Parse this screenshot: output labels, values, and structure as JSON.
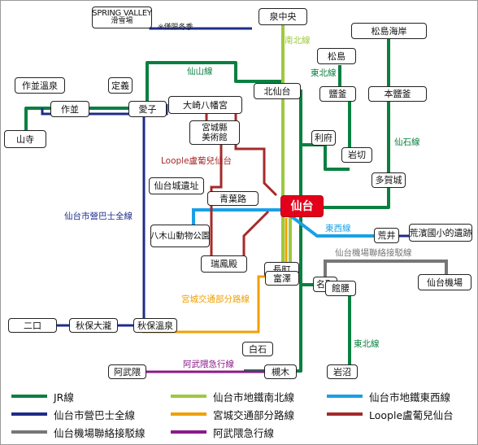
{
  "colors": {
    "jr": "#0a8040",
    "namboku": "#9dc93c",
    "tozai": "#1aa0e6",
    "miyakou": "#1d2c8a",
    "miyagi_kotsu": "#f0a000",
    "loople": "#a52a2a",
    "airport": "#777777",
    "abukuma": "#8b1a89",
    "hub": "#e4001b"
  },
  "stations": {
    "spring_valley": "SPRING VALLEY",
    "spring_valley_sub": "滑雪場",
    "izumichuo": "泉中央",
    "matsushima_kaigan": "松島海岸",
    "matsushima": "松島",
    "sakunami_onsen": "作並溫泉",
    "jogi": "定義",
    "sakunami": "作並",
    "ayashi": "愛子",
    "osaki_hachimangu": "大崎八幡宮",
    "kitasendai": "北仙台",
    "shiogama": "鹽釜",
    "hon_shiogama": "本鹽釜",
    "yamadera": "山寺",
    "miyagi_museum_1": "宮城縣",
    "miyagi_museum_2": "美術館",
    "rifu": "利府",
    "iwakiri": "岩切",
    "tagajo": "多賀城",
    "sendai_castle": "仙台城遺址",
    "aobadori": "青葉路",
    "sendai": "仙台",
    "yagiyama_zoo_1": "八木山動物公園",
    "arai": "荒井",
    "arahama": "荒濱國小的遺跡",
    "nagamachi": "長町",
    "zuihoden": "瑞鳳殿",
    "natori": "名取",
    "sendai_airport": "仙台機場",
    "tomizawa": "富澤",
    "tateкoshi": "館腰",
    "nikuchi": "二口",
    "akiu_otaki": "秋保大瀧",
    "akiu_onsen": "秋保溫泉",
    "shiroishi": "白石",
    "abukuma": "阿武隈",
    "tsukinoki": "槻木",
    "iwanuma": "岩沼"
  },
  "notes": {
    "winter_only": "※僅限冬季"
  },
  "line_labels": {
    "namboku": "南北線",
    "senzan": "仙山線",
    "senseki": "仙石線",
    "tohoku_upper": "東北線",
    "loople": "Loople盧葡兒仙台",
    "miyakou": "仙台市營巴士全線",
    "tozai": "東西線",
    "airport": "仙台機場聯絡接駁線",
    "miyagi_kotsu": "宮城交通部分路線",
    "abukuma": "阿武隈急行線",
    "tohoku_lower": "東北線"
  },
  "legend": [
    {
      "label": "JR線",
      "color": "#0a8040"
    },
    {
      "label": "仙台市地鐵南北線",
      "color": "#9dc93c"
    },
    {
      "label": "仙台市地鐵東西線",
      "color": "#1aa0e6"
    },
    {
      "label": "仙台市營巴士全線",
      "color": "#1d2c8a"
    },
    {
      "label": "宮城交通部分路線",
      "color": "#f0a000"
    },
    {
      "label": "Loople盧葡兒仙台",
      "color": "#a52a2a"
    },
    {
      "label": "仙台機場聯絡接駁線",
      "color": "#777777"
    },
    {
      "label": "阿武隈急行線",
      "color": "#8b1a89"
    }
  ]
}
